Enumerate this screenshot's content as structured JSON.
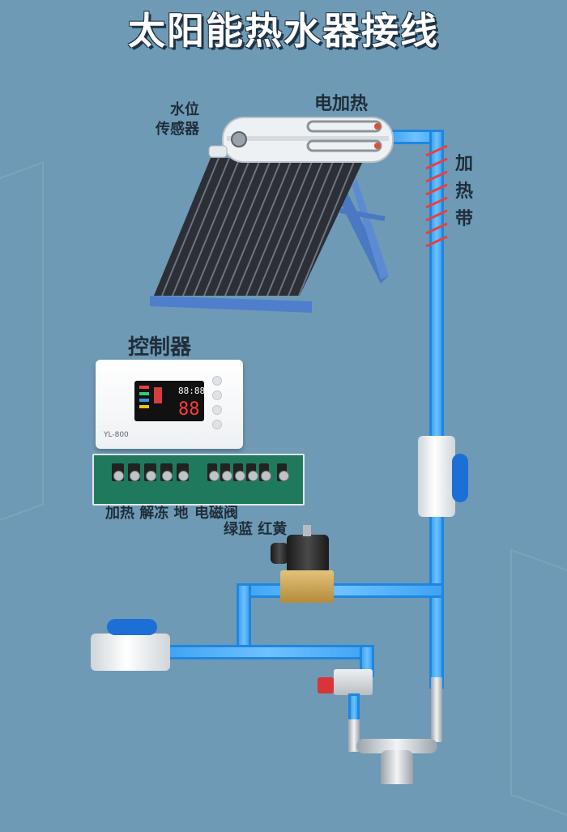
{
  "title": "太阳能热水器接线",
  "labels": {
    "water_level_sensor_line1": "水位",
    "water_level_sensor_line2": "传感器",
    "electric_heating": "电加热",
    "heating_tape_1": "加",
    "heating_tape_2": "热",
    "heating_tape_3": "带",
    "controller": "控制器",
    "terminal_left": "加热 解冻 地",
    "terminal_right": "电磁阀",
    "wire_colors": "绿蓝 红黄"
  },
  "controller": {
    "model": "YL-800",
    "display_top": "88:88",
    "display_main": "88"
  },
  "colors": {
    "background": "#6f9ab5",
    "pipe": "#1f86e0",
    "heating_tape": "#e8413b",
    "handle": "#1d6fd6",
    "board": "#1f7a5d"
  }
}
